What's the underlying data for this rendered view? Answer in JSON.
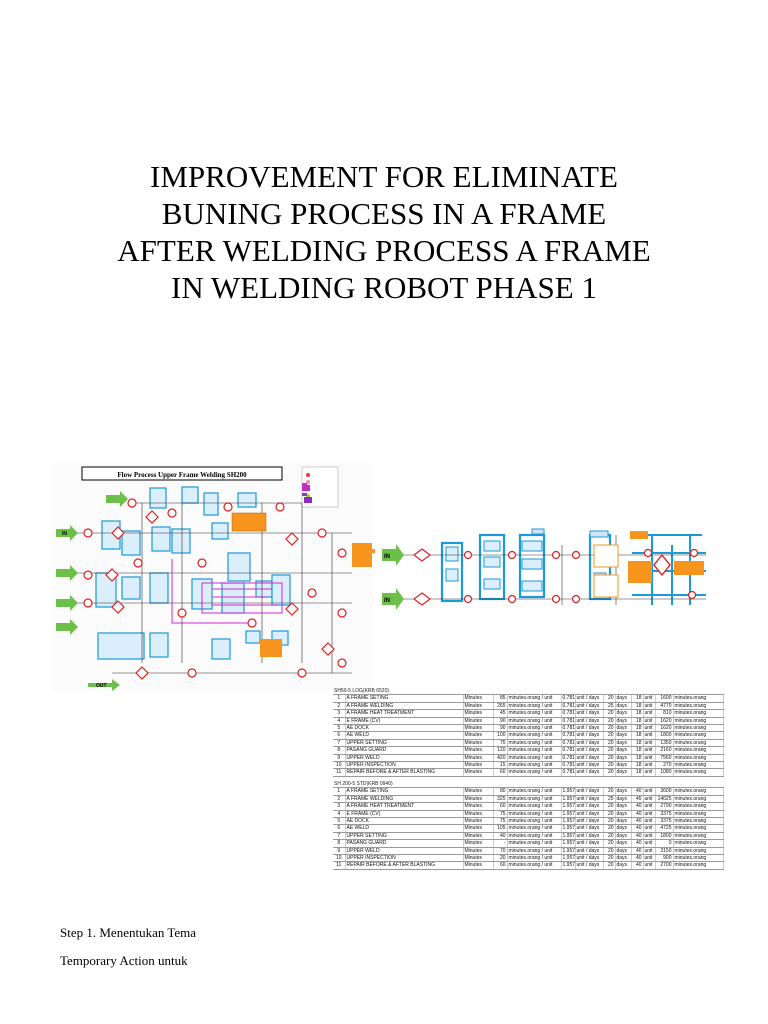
{
  "title_lines": [
    "IMPROVEMENT FOR ELIMINATE",
    "BUNING PROCESS IN A FRAME",
    "AFTER WELDING PROCESS A FRAME",
    "IN WELDING ROBOT PHASE 1"
  ],
  "flow": {
    "title": "Flow Process Upper Frame Welding SH200",
    "in_label": "IN",
    "out_label": "OUT"
  },
  "tables": [
    {
      "header": "SH50-5 LOG(KRB 6520)",
      "rows": [
        [
          "1",
          "A FRAME SETING",
          "Minutes",
          "85",
          "minutes.orang / unit",
          "0.781",
          "unit / days",
          "20",
          "days",
          "18",
          "unit",
          "1600",
          "minutes.orang"
        ],
        [
          "2",
          "A FRAME WELDING",
          "Minutes",
          "265",
          "minutes.orang / unit",
          "0.781",
          "unit / days",
          "25",
          "days",
          "18",
          "unit",
          "4770",
          "minutes.orang"
        ],
        [
          "3",
          "A FRAME HEAT TREATMENT",
          "Minutes",
          "45",
          "minutes.orang / unit",
          "0.781",
          "unit / days",
          "20",
          "days",
          "18",
          "unit",
          "810",
          "minutes.orang"
        ],
        [
          "4",
          "E FRAME (CV)",
          "Minutes",
          "90",
          "minutes.orang / unit",
          "0.781",
          "unit / days",
          "20",
          "days",
          "18",
          "unit",
          "1620",
          "minutes.orang"
        ],
        [
          "5",
          "AE DOCK",
          "Minutes",
          "90",
          "minutes.orang / unit",
          "0.781",
          "unit / days",
          "20",
          "days",
          "18",
          "unit",
          "1620",
          "minutes.orang"
        ],
        [
          "6",
          "AE WELD",
          "Minutes",
          "100",
          "minutes.orang / unit",
          "0.781",
          "unit / days",
          "20",
          "days",
          "18",
          "unit",
          "1800",
          "minutes.orang"
        ],
        [
          "7",
          "UPPER SETTING",
          "Minutes",
          "75",
          "minutes.orang / unit",
          "0.781",
          "unit / days",
          "20",
          "days",
          "18",
          "unit",
          "1350",
          "minutes.orang"
        ],
        [
          "8",
          "PASANG GUARD",
          "Minutes",
          "120",
          "minutes.orang / unit",
          "0.781",
          "unit / days",
          "20",
          "days",
          "18",
          "unit",
          "2160",
          "minutes.orang"
        ],
        [
          "9",
          "UPPER WELD",
          "Minutes",
          "420",
          "minutes.orang / unit",
          "0.781",
          "unit / days",
          "20",
          "days",
          "18",
          "unit",
          "7560",
          "minutes.orang"
        ],
        [
          "10",
          "UPPER INSPECTION",
          "Minutes",
          "15",
          "minutes.orang / unit",
          "0.781",
          "unit / days",
          "20",
          "days",
          "18",
          "unit",
          "270",
          "minutes.orang"
        ],
        [
          "11",
          "REPAIR BEFORE & AFTER BLASTING",
          "Minutes",
          "60",
          "minutes.orang / unit",
          "0.781",
          "unit / days",
          "20",
          "days",
          "18",
          "unit",
          "1080",
          "minutes.orang"
        ]
      ]
    },
    {
      "header": "SH 200-5 STD(KRB 0940)",
      "rows": [
        [
          "1",
          "A FRAME SETING",
          "Minutes",
          "80",
          "minutes.orang / unit",
          "1.957",
          "unit / days",
          "20",
          "days",
          "40",
          "unit",
          "3600",
          "minutes.orang"
        ],
        [
          "2",
          "A FRAME WELDING",
          "Minutes",
          "325",
          "minutes.orang / unit",
          "1.957",
          "unit / days",
          "25",
          "days",
          "45",
          "unit",
          "14625",
          "minutes.orang"
        ],
        [
          "3",
          "A FRAME HEAT TREATMENT",
          "Minutes",
          "60",
          "minutes.orang / unit",
          "1.957",
          "unit / days",
          "20",
          "days",
          "40",
          "unit",
          "2790",
          "minutes.orang"
        ],
        [
          "4",
          "E FRAME (CV)",
          "Minutes",
          "75",
          "minutes.orang / unit",
          "1.957",
          "unit / days",
          "20",
          "days",
          "40",
          "unit",
          "3375",
          "minutes.orang"
        ],
        [
          "5",
          "AE DOCK",
          "Minutes",
          "75",
          "minutes.orang / unit",
          "1.957",
          "unit / days",
          "20",
          "days",
          "40",
          "unit",
          "3375",
          "minutes.orang"
        ],
        [
          "6",
          "AE WELD",
          "Minutes",
          "105",
          "minutes.orang / unit",
          "1.957",
          "unit / days",
          "20",
          "days",
          "40",
          "unit",
          "4725",
          "minutes.orang"
        ],
        [
          "7",
          "UPPER SETTING",
          "Minutes",
          "40",
          "minutes.orang / unit",
          "1.957",
          "unit / days",
          "20",
          "days",
          "40",
          "unit",
          "1800",
          "minutes.orang"
        ],
        [
          "8",
          "PASANG GUARD",
          "Minutes",
          "-",
          "minutes.orang / unit",
          "1.957",
          "unit / days",
          "20",
          "days",
          "40",
          "unit",
          "0",
          "minutes.orang"
        ],
        [
          "9",
          "UPPER WELD",
          "Minutes",
          "70",
          "minutes.orang / unit",
          "1.957",
          "unit / days",
          "20",
          "days",
          "40",
          "unit",
          "3150",
          "minutes.orang"
        ],
        [
          "10",
          "UPPER INSPECTION",
          "Minutes",
          "20",
          "minutes.orang / unit",
          "1.957",
          "unit / days",
          "20",
          "days",
          "40",
          "unit",
          "900",
          "minutes.orang"
        ],
        [
          "11",
          "REPAIR BEFORE & AFTER BLASTING",
          "Minutes",
          "60",
          "minutes.orang / unit",
          "1.957",
          "unit / days",
          "20",
          "days",
          "40",
          "unit",
          "2700",
          "minutes.orang"
        ]
      ]
    }
  ],
  "paragraphs": [
    "Step 1. Menentukan Tema",
    "Temporary Action untuk"
  ]
}
